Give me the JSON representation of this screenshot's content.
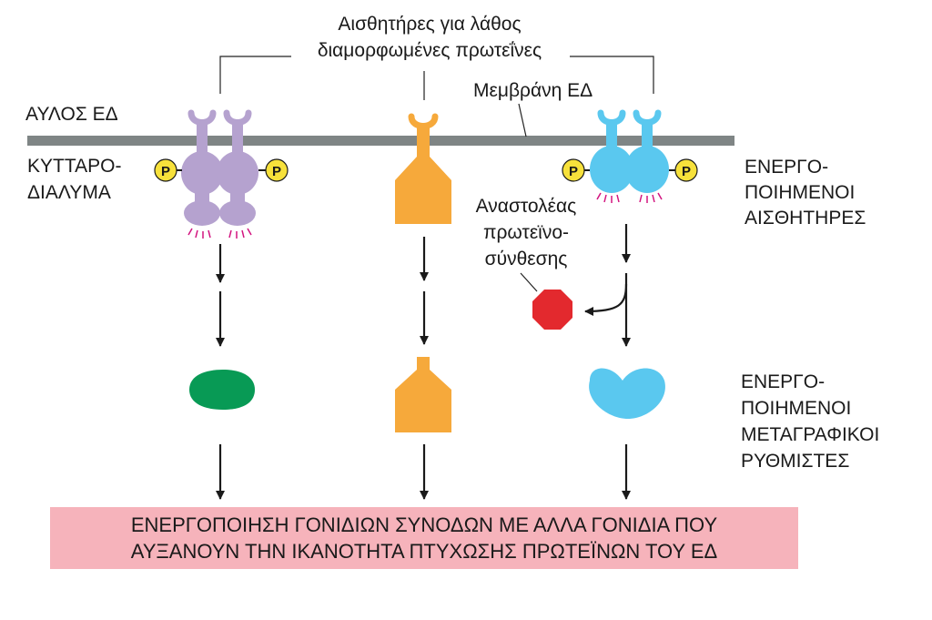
{
  "labels": {
    "sensors_title_line1": "Αισθητήρες για λάθος",
    "sensors_title_line2": "διαμορφωμένες πρωτεΐνες",
    "er_membrane": "Μεμβράνη ΕΔ",
    "er_lumen": "ΑΥΛΟΣ ΕΔ",
    "cytosol_line1": "ΚΥΤΤΑΡΟ-",
    "cytosol_line2": "ΔΙΑΛΥΜΑ",
    "activated_sensors_line1": "ΕΝΕΡΓΟ-",
    "activated_sensors_line2": "ΠΟΙΗΜΕΝΟΙ",
    "activated_sensors_line3": "ΑΙΣΘΗΤΗΡΕΣ",
    "inhibitor_line1": "Αναστολέας",
    "inhibitor_line2": "πρωτεϊνο-",
    "inhibitor_line3": "σύνθεσης",
    "regulators_line1": "ΕΝΕΡΓΟ-",
    "regulators_line2": "ΠΟΙΗΜΕΝΟΙ",
    "regulators_line3": "ΜΕΤΑΓΡΑΦΙΚΟΙ",
    "regulators_line4": "ΡΥΘΜΙΣΤΕΣ",
    "phosphate": "P"
  },
  "banner": {
    "line1": "ΕΝΕΡΓΟΠΟΙΗΣΗ ΓΟΝΙΔΙΩΝ ΣΥΝΟΔΩΝ ΜΕ ΑΛΛΑ ΓΟΝΙΔΙΑ ΠΟΥ",
    "line2": "ΑΥΞΑΝΟΥΝ ΤΗΝ ΙΚΑΝΟΤΗΤΑ ΠΤΥΧΩΣΗΣ ΠΡΩΤΕΪΝΩΝ ΤΟΥ ΕΔ"
  },
  "colors": {
    "membrane": "#7f8585",
    "sensor_purple": "#b5a2cf",
    "sensor_orange": "#f6a93b",
    "sensor_blue": "#5ac8ef",
    "regulator_green": "#089a55",
    "inhibitor_red": "#e3292e",
    "phosphate_fill": "#f7e13b",
    "activation_ticks": "#d2147f",
    "banner_fill": "#f6b3bb"
  }
}
